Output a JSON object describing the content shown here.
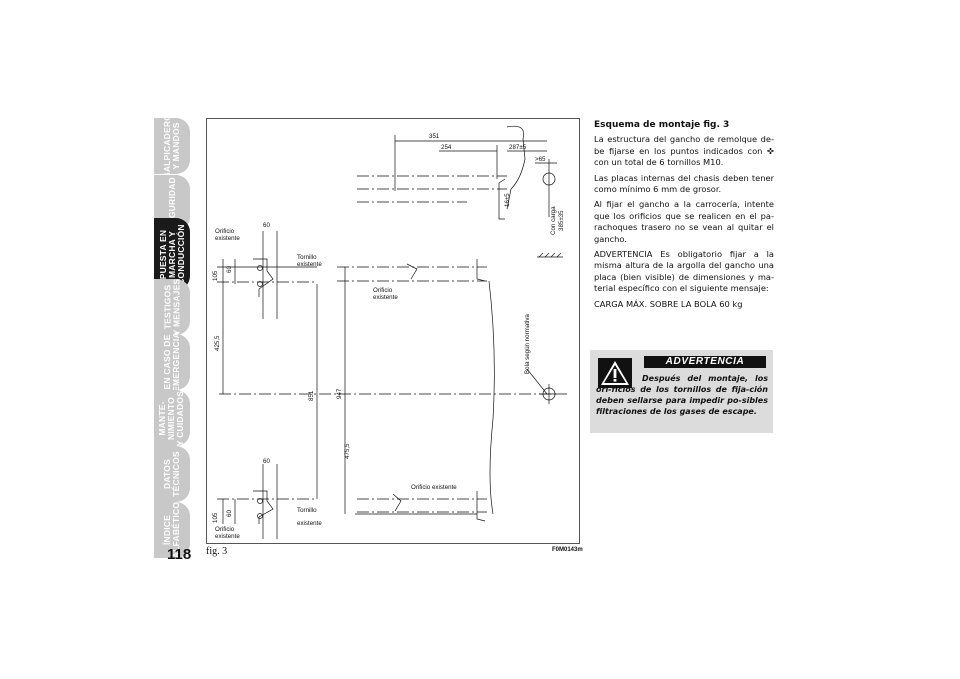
{
  "side_tabs": [
    {
      "label": "SALPICADERO\nY MANDOS",
      "active": false
    },
    {
      "label": "SEGURIDAD",
      "active": false
    },
    {
      "label": "PUESTA EN\nMARCHA Y\nCONDUCCIÓN",
      "active": true
    },
    {
      "label": "TESTIGOS\nY MENSAJES",
      "active": false
    },
    {
      "label": "EN CASO DE\nEMERGENCIA",
      "active": false
    },
    {
      "label": "MANTE-\nNIMIENTO\nY CUIDADOS",
      "active": false
    },
    {
      "label": "DATOS\nTÉCNICOS",
      "active": false
    },
    {
      "label": "ÍNDICE\nALFABÉTICO",
      "active": false
    }
  ],
  "page_number": "118",
  "figure": {
    "caption": "fig. 3",
    "code": "F0M0143m",
    "labels": {
      "dim_351": "351",
      "dim_254": "254",
      "dim_287": "287±5",
      "dim_65": ">65",
      "dim_16": "16±5",
      "con_carga_1": "Con carga",
      "con_carga_2": "385±35",
      "orificio_top_1": "Orificio",
      "orificio_top_2": "existente",
      "dim_60_top": "60",
      "tornillo_top_1": "Tornillo",
      "tornillo_top_2": "existente",
      "dim_105_top": "105",
      "dim_60v_top": "60",
      "dim_4255": "425,5",
      "dim_851": "851",
      "dim_947": "947",
      "orificio_mid_1": "Orificio",
      "orificio_mid_2": "existente",
      "bola": "Bola según normativa",
      "dim_4755": "475,5",
      "dim_60_bot": "60",
      "orificio_existente_bot": "Orificio existente",
      "dim_105_bot": "105",
      "dim_60v_bot": "60",
      "tornillo_bot_1": "Tornillo",
      "tornillo_bot_2": "existente",
      "orificio_bot_1": "Orificio",
      "orificio_bot_2": "existente"
    }
  },
  "text": {
    "heading": "Esquema de montaje fig. 3",
    "p1_a": "La estructura del gancho de remolque de-be fijarse en los puntos indicados con",
    "p1_b": "con un total de 6 tornillos M10.",
    "p2": "Las placas internas del chasis deben tener como mínimo 6 mm de grosor.",
    "p3": "Al fijar el gancho a la carrocería, intente que los orificios que se realicen en el pa-rachoques trasero no se vean al quitar el gancho.",
    "p4": "ADVERTENCIA Es obligatorio fijar a la misma altura de la argolla del gancho una placa (bien visible) de dimensiones y ma-terial específico con el siguiente mensaje:",
    "p5": "CARGA MÁX. SOBRE LA BOLA 60 kg"
  },
  "warning": {
    "title": "ADVERTENCIA",
    "body": "Después del montaje, los ori-ficios de los tornillos de fija-ción deben sellarse para impedir po-sibles filtraciones de los gases de escape."
  }
}
